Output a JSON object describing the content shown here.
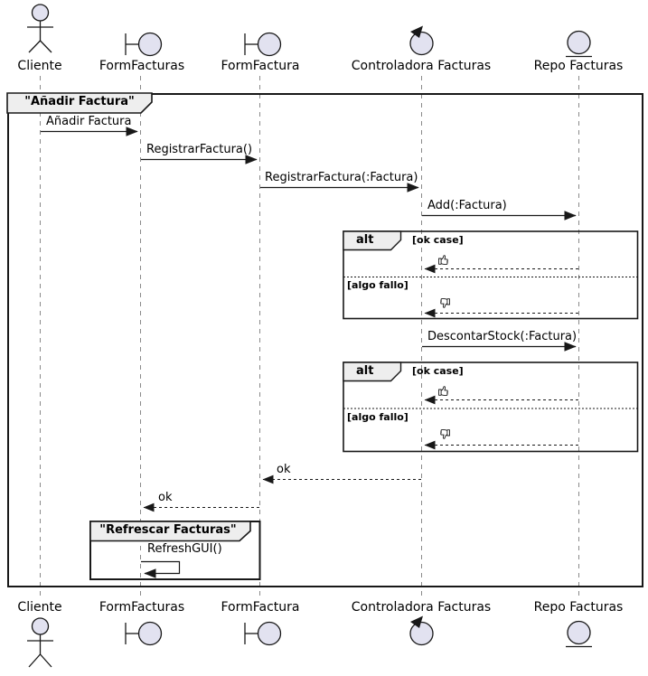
{
  "participants": {
    "cliente": "Cliente",
    "form_facturas": "FormFacturas",
    "form_factura": "FormFactura",
    "controladora_facturas": "Controladora Facturas",
    "repo_facturas": "Repo Facturas"
  },
  "frames": {
    "main_title": "\"Añadir Factura\"",
    "refresh_title": "\"Refrescar Facturas\""
  },
  "messages": {
    "anadir_factura": "Añadir Factura",
    "registrar_factura": "RegistrarFactura()",
    "registrar_factura_param": "RegistrarFactura(:Factura)",
    "add_factura": "Add(:Factura)",
    "descontar_stock": "DescontarStock(:Factura)",
    "ok1": "ok",
    "ok2": "ok",
    "refresh_gui": "RefreshGUI()"
  },
  "fragments": {
    "alt1": {
      "operator": "alt",
      "guard_ok": "[ok case]",
      "guard_fail": "[algo fallo]"
    },
    "alt2": {
      "operator": "alt",
      "guard_ok": "[ok case]",
      "guard_fail": "[algo fallo]"
    }
  },
  "icons": {
    "thumbs_up": "👍",
    "thumbs_down": "👎"
  },
  "colors": {
    "shape_fill": "#E2E2F0",
    "tab_fill": "#EEEEEE",
    "line": "#181818",
    "lifeline": "#8a8a8a"
  }
}
